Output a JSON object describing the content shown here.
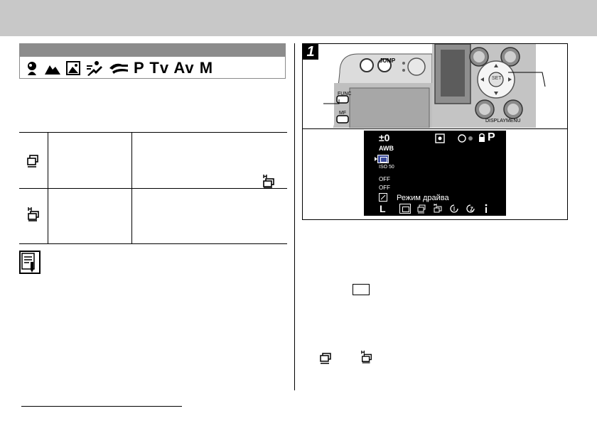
{
  "page": {
    "modes": {
      "letters": "P Tv Av M",
      "icons": [
        "portrait-mode-icon",
        "landscape-mode-icon",
        "night-scene-mode-icon",
        "fast-shutter-mode-icon",
        "slow-shutter-mode-icon"
      ]
    },
    "drive_table": {
      "rows": [
        {
          "icon": "continuous-shooting-icon"
        },
        {
          "icon": "high-speed-continuous-icon"
        }
      ]
    },
    "figure": {
      "step": "1",
      "camera_labels": {
        "func": "FUNC",
        "mf": "MF",
        "jump": "JUMP",
        "display": "DISPLAY",
        "menu": "MENU",
        "set": "SET"
      },
      "lcd": {
        "ev": "±0",
        "mode": "P",
        "left_menu": [
          "AWB",
          "",
          "ISO 50",
          "OFF",
          "OFF",
          "",
          "L"
        ],
        "caption": "Режим драйва",
        "bottom_options": [
          "single",
          "continuous",
          "high-speed continuous",
          "10s timer",
          "2s timer",
          "custom timer"
        ]
      }
    },
    "colors": {
      "band": "#c8c8c8",
      "mode_header": "#8c8c8c",
      "lcd_bg": "#000000",
      "lcd_highlight": "#3a4a9a"
    }
  }
}
